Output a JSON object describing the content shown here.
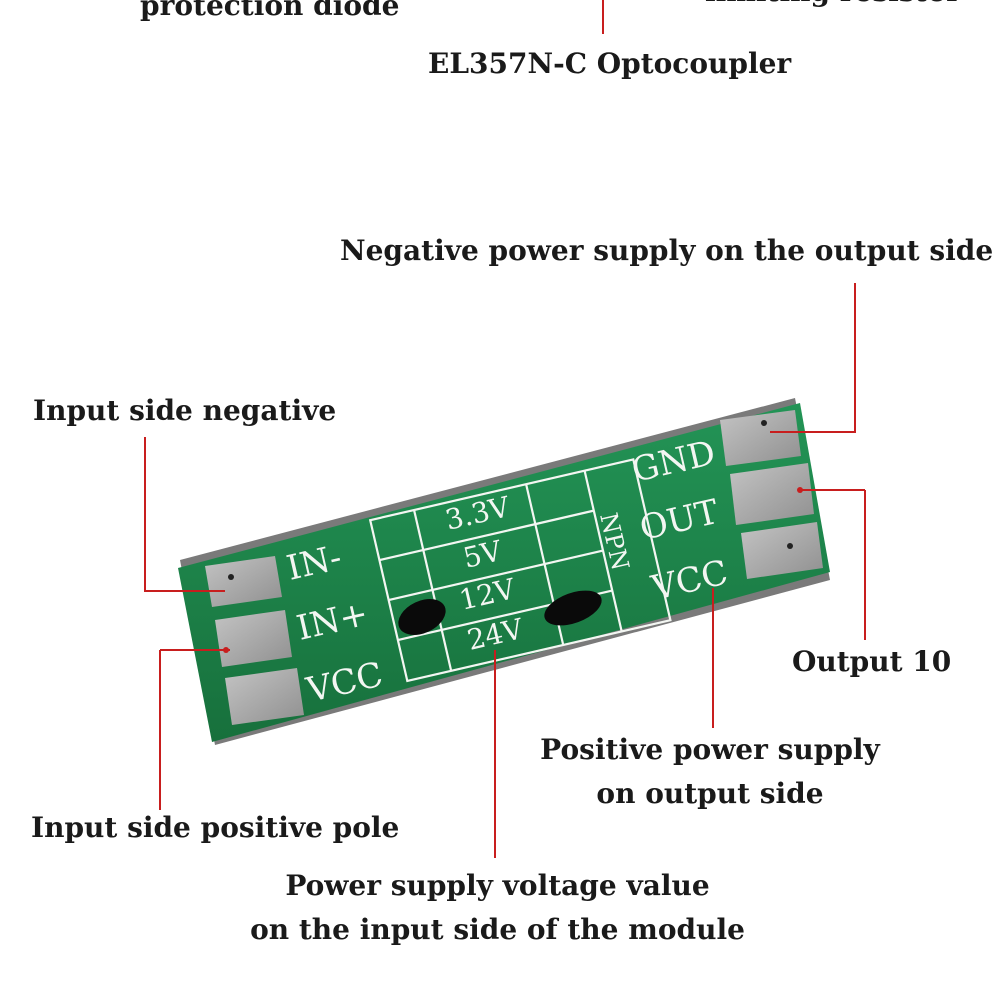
{
  "annotations": {
    "top_left_cut": "protection diode",
    "top_right_cut": "limiting resistor",
    "optocoupler": "EL357N-C Optocoupler",
    "neg_output_supply": "Negative power supply on the output side",
    "input_negative": "Input side negative",
    "output": "Output 10",
    "pos_output_supply_line1": "Positive power supply",
    "pos_output_supply_line2": "on output side",
    "input_positive": "Input side positive pole",
    "voltage_value_line1": "Power supply voltage value",
    "voltage_value_line2": "on the input side of the module"
  },
  "board": {
    "pins_left": [
      "IN-",
      "IN+",
      "VCC"
    ],
    "pins_right": [
      "GND",
      "OUT",
      "VCC"
    ],
    "voltage_options": [
      "3.3V",
      "5V",
      "12V",
      "24V"
    ],
    "type_label": "NPN"
  },
  "colors": {
    "pcb": "#1f8a4c",
    "pad": "#a9a9a9",
    "leader": "#c81e1e",
    "text": "#1a1a1a"
  }
}
